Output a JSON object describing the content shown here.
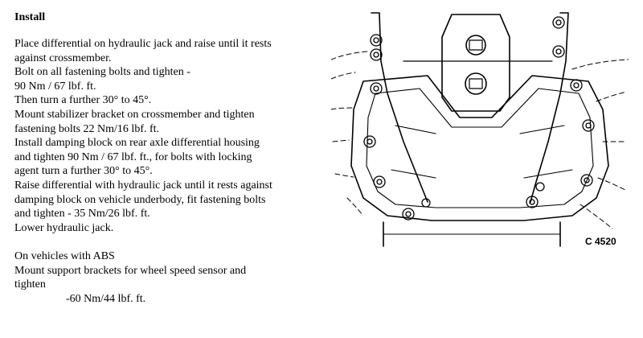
{
  "section": {
    "heading": "Install",
    "lines": [
      "Place differential on hydraulic jack and raise until it rests",
      "against crossmember.",
      "Bolt on all fastening bolts and tighten -",
      "90 Nm / 67 lbf. ft.",
      "Then turn a further 30° to 45°.",
      "Mount stabilizer bracket on crossmember and tighten",
      "fastening bolts 22 Nm/16 lbf. ft.",
      "Install damping block on rear axle differential housing",
      "and tighten 90 Nm / 67 lbf. ft., for bolts with locking",
      "agent turn a further 30° to 45°.",
      "Raise differential with hydraulic jack until it rests against",
      "damping block on vehicle underbody, fit fastening bolts",
      "and tighten - 35 Nm/26 lbf. ft.",
      "Lower hydraulic jack."
    ],
    "abs_lines": [
      "On vehicles with ABS",
      "Mount support brackets for wheel speed sensor and",
      "tighten"
    ],
    "abs_torque": "-60 Nm/44 lbf. ft."
  },
  "figure": {
    "label": "C 4520"
  }
}
